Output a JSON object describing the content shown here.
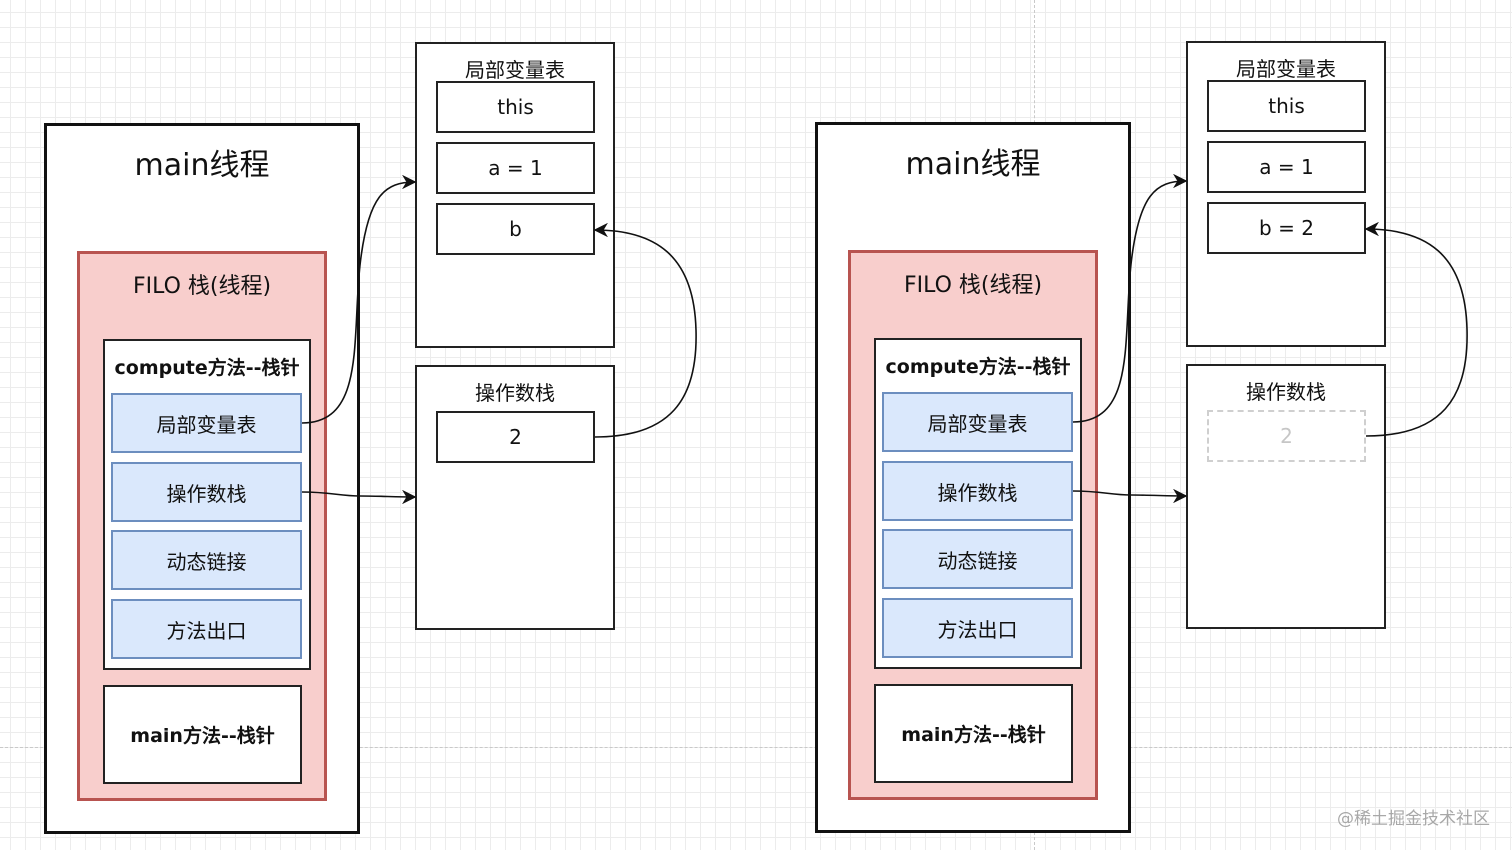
{
  "left": {
    "thread_title": "main线程",
    "stack_title": "FILO  栈(线程)",
    "frame_title": "compute方法--栈针",
    "frame_slots": [
      "局部变量表",
      "操作数栈",
      "动态链接",
      "方法出口"
    ],
    "main_frame": "main方法--栈针",
    "locals_title": "局部变量表",
    "locals": [
      "this",
      "a = 1",
      "b"
    ],
    "operand_title": "操作数栈",
    "operand_cell": "2"
  },
  "right": {
    "thread_title": "main线程",
    "stack_title": "FILO  栈(线程)",
    "frame_title": "compute方法--栈针",
    "frame_slots": [
      "局部变量表",
      "操作数栈",
      "动态链接",
      "方法出口"
    ],
    "main_frame": "main方法--栈针",
    "locals_title": "局部变量表",
    "locals": [
      "this",
      "a = 1",
      "b = 2"
    ],
    "operand_title": "操作数栈",
    "operand_cell": "2"
  },
  "watermark": "@稀土掘金技术社区",
  "colors": {
    "stack_fill": "#f8cecc",
    "stack_border": "#b85450",
    "slot_fill": "#dae8fc",
    "slot_border": "#6c8ebf"
  }
}
